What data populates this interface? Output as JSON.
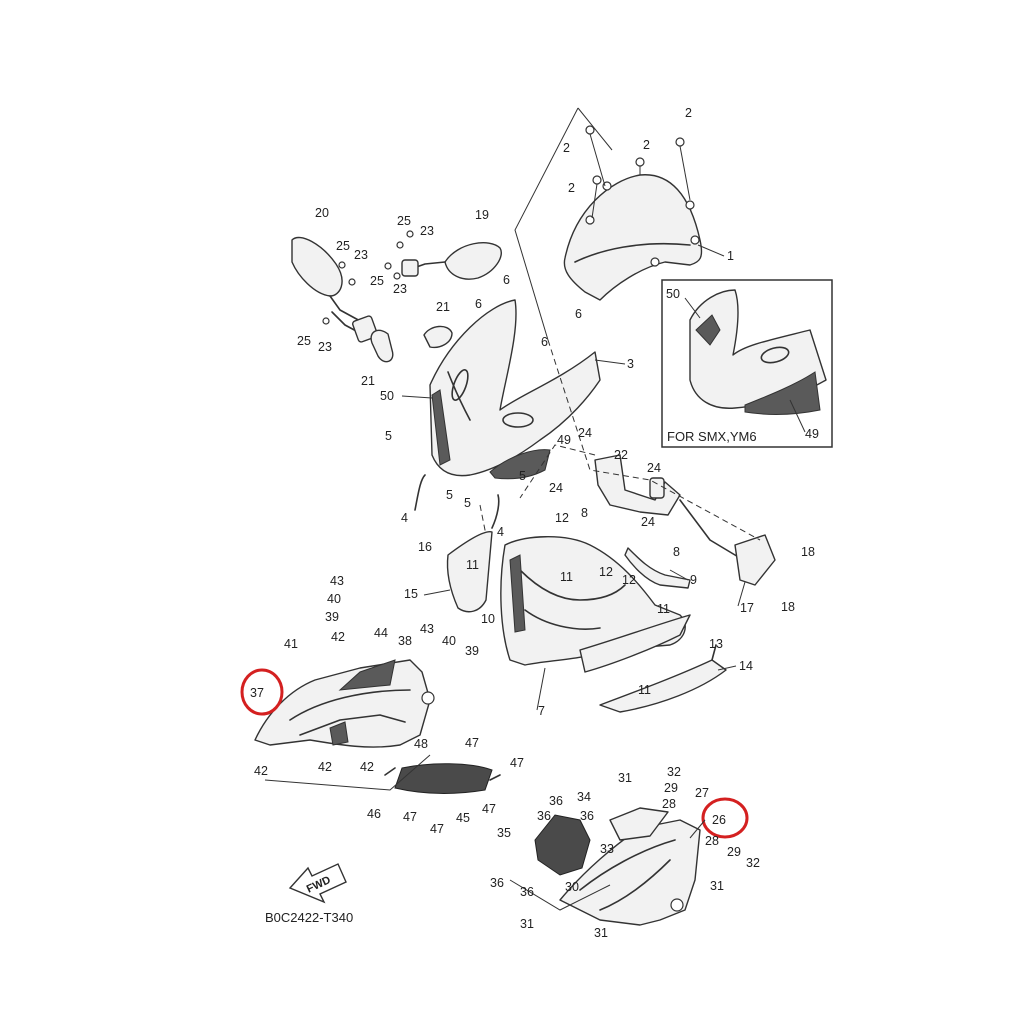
{
  "diagram": {
    "inset_caption": "FOR SMX,YM6",
    "drawing_code": "B0C2422-T340",
    "fwd_label": "FWD",
    "highlight_color": "#d42020",
    "labels": [
      {
        "id": "n1",
        "text": "1"
      },
      {
        "id": "n2a",
        "text": "2"
      },
      {
        "id": "n2b",
        "text": "2"
      },
      {
        "id": "n2c",
        "text": "2"
      },
      {
        "id": "n2d",
        "text": "2"
      },
      {
        "id": "n3",
        "text": "3"
      },
      {
        "id": "n4a",
        "text": "4"
      },
      {
        "id": "n4b",
        "text": "4"
      },
      {
        "id": "n5a",
        "text": "5"
      },
      {
        "id": "n5b",
        "text": "5"
      },
      {
        "id": "n5c",
        "text": "5"
      },
      {
        "id": "n5d",
        "text": "5"
      },
      {
        "id": "n6a",
        "text": "6"
      },
      {
        "id": "n6b",
        "text": "6"
      },
      {
        "id": "n6c",
        "text": "6"
      },
      {
        "id": "n6d",
        "text": "6"
      },
      {
        "id": "n7",
        "text": "7"
      },
      {
        "id": "n8a",
        "text": "8"
      },
      {
        "id": "n8b",
        "text": "8"
      },
      {
        "id": "n9",
        "text": "9"
      },
      {
        "id": "n10",
        "text": "10"
      },
      {
        "id": "n11a",
        "text": "11"
      },
      {
        "id": "n11b",
        "text": "11"
      },
      {
        "id": "n11c",
        "text": "11"
      },
      {
        "id": "n11d",
        "text": "11"
      },
      {
        "id": "n12a",
        "text": "12"
      },
      {
        "id": "n12b",
        "text": "12"
      },
      {
        "id": "n12c",
        "text": "12"
      },
      {
        "id": "n13",
        "text": "13"
      },
      {
        "id": "n14",
        "text": "14"
      },
      {
        "id": "n15",
        "text": "15"
      },
      {
        "id": "n16",
        "text": "16"
      },
      {
        "id": "n17",
        "text": "17"
      },
      {
        "id": "n18a",
        "text": "18"
      },
      {
        "id": "n18b",
        "text": "18"
      },
      {
        "id": "n19",
        "text": "19"
      },
      {
        "id": "n20",
        "text": "20"
      },
      {
        "id": "n21a",
        "text": "21"
      },
      {
        "id": "n21b",
        "text": "21"
      },
      {
        "id": "n22",
        "text": "22"
      },
      {
        "id": "n23a",
        "text": "23"
      },
      {
        "id": "n23b",
        "text": "23"
      },
      {
        "id": "n23c",
        "text": "23"
      },
      {
        "id": "n23d",
        "text": "23"
      },
      {
        "id": "n24a",
        "text": "24"
      },
      {
        "id": "n24b",
        "text": "24"
      },
      {
        "id": "n24c",
        "text": "24"
      },
      {
        "id": "n24d",
        "text": "24"
      },
      {
        "id": "n25a",
        "text": "25"
      },
      {
        "id": "n25b",
        "text": "25"
      },
      {
        "id": "n25c",
        "text": "25"
      },
      {
        "id": "n25d",
        "text": "25"
      },
      {
        "id": "n26",
        "text": "26"
      },
      {
        "id": "n27",
        "text": "27"
      },
      {
        "id": "n28a",
        "text": "28"
      },
      {
        "id": "n28b",
        "text": "28"
      },
      {
        "id": "n29a",
        "text": "29"
      },
      {
        "id": "n29b",
        "text": "29"
      },
      {
        "id": "n30",
        "text": "30"
      },
      {
        "id": "n31a",
        "text": "31"
      },
      {
        "id": "n31b",
        "text": "31"
      },
      {
        "id": "n31c",
        "text": "31"
      },
      {
        "id": "n31d",
        "text": "31"
      },
      {
        "id": "n32a",
        "text": "32"
      },
      {
        "id": "n32b",
        "text": "32"
      },
      {
        "id": "n33",
        "text": "33"
      },
      {
        "id": "n34",
        "text": "34"
      },
      {
        "id": "n35",
        "text": "35"
      },
      {
        "id": "n36a",
        "text": "36"
      },
      {
        "id": "n36b",
        "text": "36"
      },
      {
        "id": "n36c",
        "text": "36"
      },
      {
        "id": "n36d",
        "text": "36"
      },
      {
        "id": "n37",
        "text": "37"
      },
      {
        "id": "n38",
        "text": "38"
      },
      {
        "id": "n39a",
        "text": "39"
      },
      {
        "id": "n39b",
        "text": "39"
      },
      {
        "id": "n40a",
        "text": "40"
      },
      {
        "id": "n40b",
        "text": "40"
      },
      {
        "id": "n41",
        "text": "41"
      },
      {
        "id": "n42a",
        "text": "42"
      },
      {
        "id": "n42b",
        "text": "42"
      },
      {
        "id": "n42c",
        "text": "42"
      },
      {
        "id": "n42d",
        "text": "42"
      },
      {
        "id": "n43a",
        "text": "43"
      },
      {
        "id": "n43b",
        "text": "43"
      },
      {
        "id": "n44",
        "text": "44"
      },
      {
        "id": "n45",
        "text": "45"
      },
      {
        "id": "n46",
        "text": "46"
      },
      {
        "id": "n47a",
        "text": "47"
      },
      {
        "id": "n47b",
        "text": "47"
      },
      {
        "id": "n47c",
        "text": "47"
      },
      {
        "id": "n47d",
        "text": "47"
      },
      {
        "id": "n47e",
        "text": "47"
      },
      {
        "id": "n48",
        "text": "48"
      },
      {
        "id": "n49a",
        "text": "49"
      },
      {
        "id": "n49b",
        "text": "49"
      },
      {
        "id": "n50a",
        "text": "50"
      },
      {
        "id": "n50b",
        "text": "50"
      }
    ]
  }
}
